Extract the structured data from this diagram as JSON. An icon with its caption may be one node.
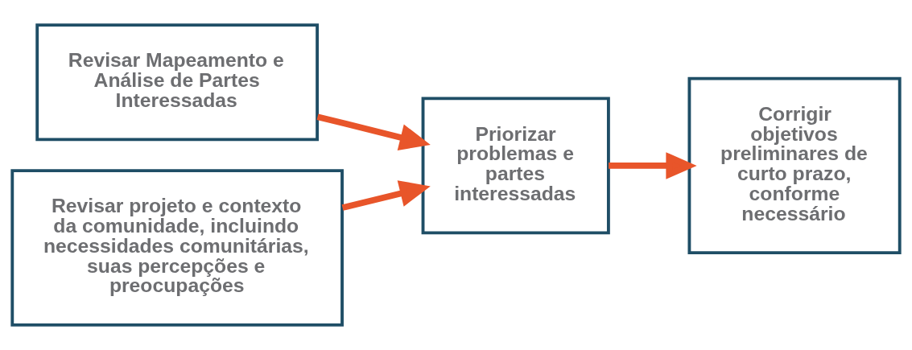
{
  "diagram": {
    "nodes": [
      {
        "text": [
          "Revisar Mapeamento e Análise de Partes Interessadas"
        ]
      },
      {
        "text": [
          "Revisar projeto e contexto da comunidade, incluindo necessidades comunitárias, suas percepções e preocupações"
        ]
      },
      {
        "text": [
          "Priorizar problemas e partes interessadas"
        ]
      },
      {
        "text": [
          "Corrigir objetivos preliminares de curto prazo, conforme necessário"
        ]
      }
    ],
    "edges": [
      {
        "from": 0,
        "to": 2,
        "arrow": "to"
      },
      {
        "from": 1,
        "to": 2,
        "arrow": "to"
      },
      {
        "from": 2,
        "to": 3,
        "arrow": "to"
      }
    ]
  }
}
